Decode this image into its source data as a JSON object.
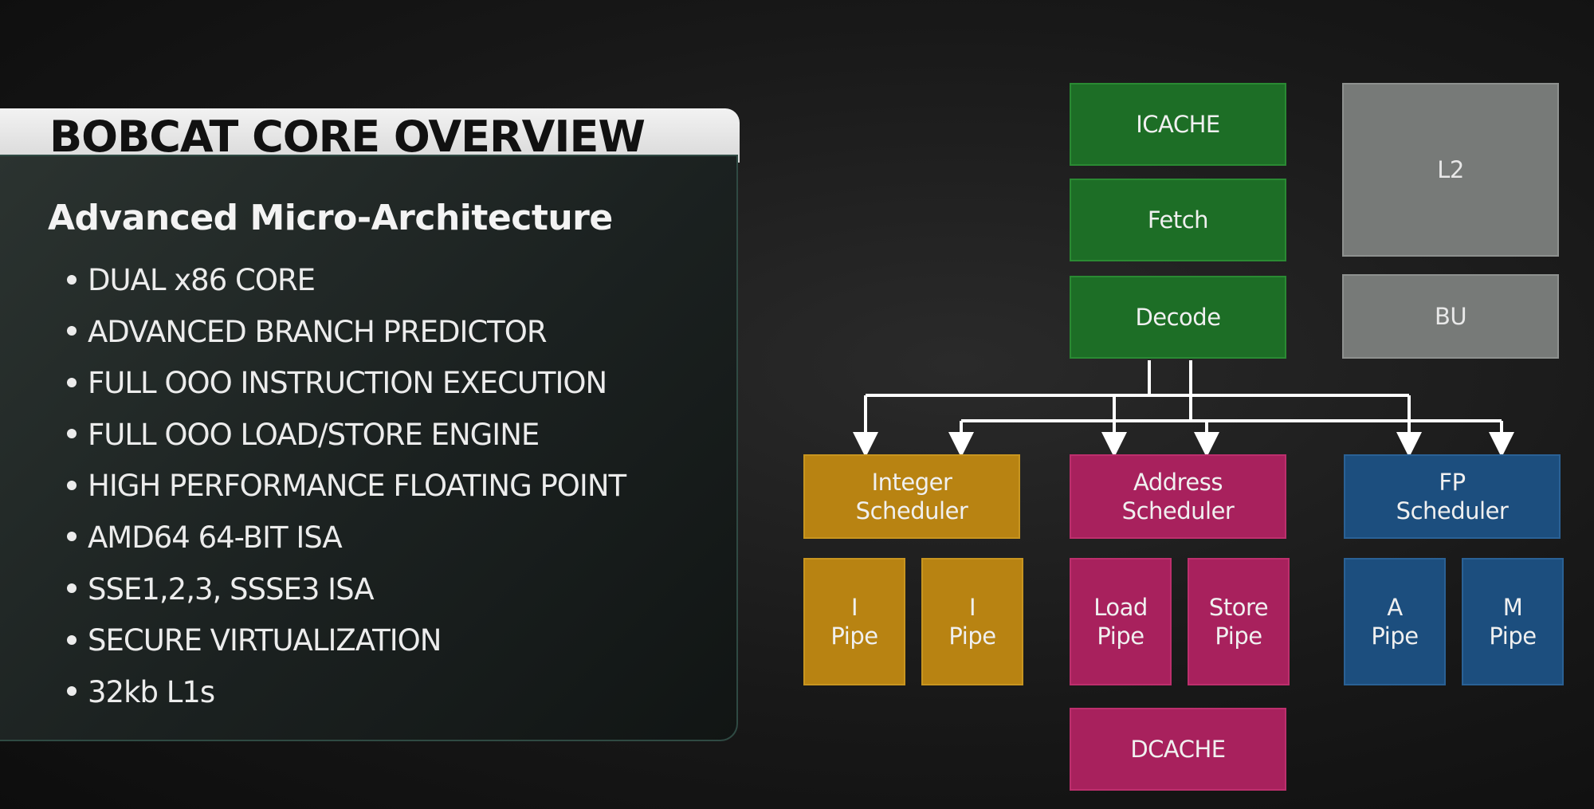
{
  "header": {
    "title": "BOBCAT CORE OVERVIEW"
  },
  "panel": {
    "subtitle": "Advanced Micro-Architecture",
    "bullets": [
      "DUAL x86 CORE",
      "ADVANCED BRANCH PREDICTOR",
      "FULL OOO INSTRUCTION EXECUTION",
      "FULL OOO LOAD/STORE ENGINE",
      "HIGH PERFORMANCE FLOATING POINT",
      "AMD64 64-BIT ISA",
      "SSE1,2,3, SSSE3 ISA",
      "SECURE VIRTUALIZATION",
      "32kb L1s"
    ]
  },
  "diagram": {
    "icache": "ICACHE",
    "fetch": "Fetch",
    "decode": "Decode",
    "l2": "L2",
    "bu": "BU",
    "integer_scheduler": "Integer\nScheduler",
    "address_scheduler": "Address\nScheduler",
    "fp_scheduler": "FP\nScheduler",
    "i_pipe_1": "I\nPipe",
    "i_pipe_2": "I\nPipe",
    "load_pipe": "Load\nPipe",
    "store_pipe": "Store\nPipe",
    "a_pipe": "A\nPipe",
    "m_pipe": "M\nPipe",
    "dcache": "DCACHE",
    "colors": {
      "frontend": "#1d6e26",
      "cache_bus": "#777a78",
      "integer": "#b88312",
      "address": "#a8215d",
      "fp": "#1c4e7e"
    }
  }
}
